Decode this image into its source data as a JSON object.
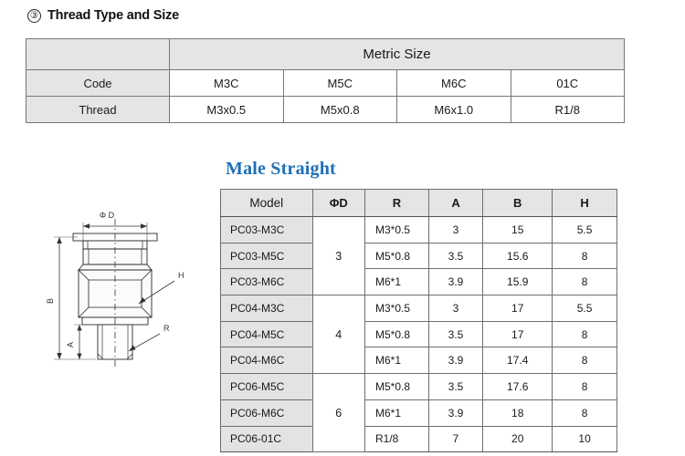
{
  "section": {
    "number": "③",
    "title": "Thread Type and Size"
  },
  "thread_table": {
    "group_header": "Metric Size",
    "corner_label": "",
    "rows": [
      {
        "label": "Code",
        "values": [
          "M3C",
          "M5C",
          "M6C",
          "01C"
        ]
      },
      {
        "label": "Thread",
        "values": [
          "M3x0.5",
          "M5x0.8",
          "M6x1.0",
          "R1/8"
        ]
      }
    ]
  },
  "product": {
    "title": "Male Straight",
    "title_color": "#1f6fb5"
  },
  "spec_table": {
    "headers": [
      "Model",
      "ΦD",
      "R",
      "A",
      "B",
      "H"
    ],
    "groups": [
      {
        "diameter": "3",
        "rows": [
          {
            "model": "PC03-M3C",
            "r": "M3*0.5",
            "a": "3",
            "b": "15",
            "h": "5.5"
          },
          {
            "model": "PC03-M5C",
            "r": "M5*0.8",
            "a": "3.5",
            "b": "15.6",
            "h": "8"
          },
          {
            "model": "PC03-M6C",
            "r": "M6*1",
            "a": "3.9",
            "b": "15.9",
            "h": "8"
          }
        ]
      },
      {
        "diameter": "4",
        "rows": [
          {
            "model": "PC04-M3C",
            "r": "M3*0.5",
            "a": "3",
            "b": "17",
            "h": "5.5"
          },
          {
            "model": "PC04-M5C",
            "r": "M5*0.8",
            "a": "3.5",
            "b": "17",
            "h": "8"
          },
          {
            "model": "PC04-M6C",
            "r": "M6*1",
            "a": "3.9",
            "b": "17.4",
            "h": "8"
          }
        ]
      },
      {
        "diameter": "6",
        "rows": [
          {
            "model": "PC06-M5C",
            "r": "M5*0.8",
            "a": "3.5",
            "b": "17.6",
            "h": "8"
          },
          {
            "model": "PC06-M6C",
            "r": "M6*1",
            "a": "3.9",
            "b": "18",
            "h": "8"
          },
          {
            "model": "PC06-01C",
            "r": "R1/8",
            "a": "7",
            "b": "20",
            "h": "10"
          }
        ]
      }
    ]
  },
  "drawing": {
    "dimensions": {
      "diameter": "Φ D",
      "height_total": "B",
      "thread_length": "A",
      "hex": "H",
      "thread": "R"
    }
  }
}
